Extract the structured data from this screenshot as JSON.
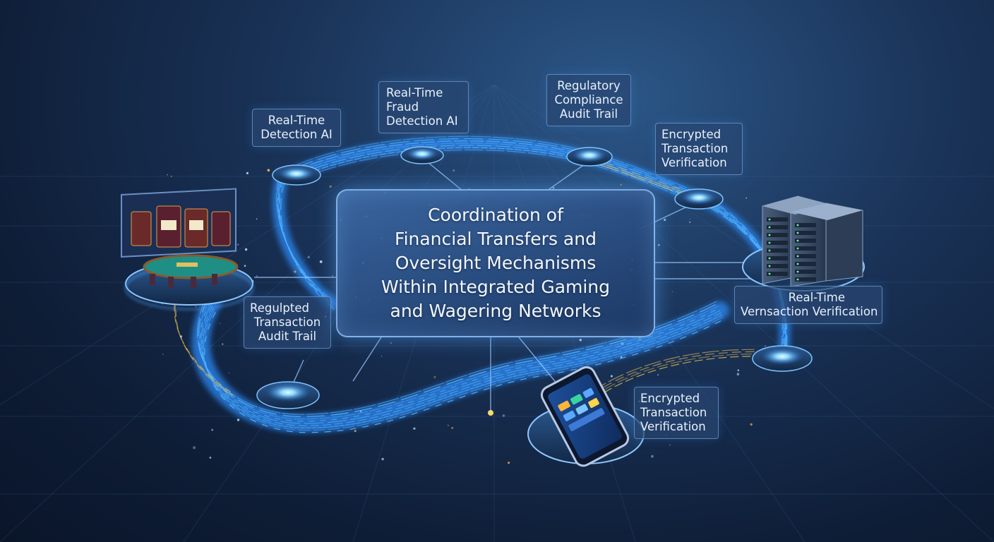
{
  "title": {
    "lines": [
      "Coordination of",
      "Financial Transfers and",
      "Oversight Mechanisms",
      "Within Integrated Gaming",
      "and Wagering Networks"
    ]
  },
  "callouts": [
    {
      "id": "c1",
      "lines": [
        "Real-Time",
        "Detection AI"
      ]
    },
    {
      "id": "c2",
      "lines": [
        "Real-Time",
        "Fraud",
        "Detection AI"
      ]
    },
    {
      "id": "c3",
      "lines": [
        "Regulatory",
        "Compliance",
        "Audit Trail"
      ]
    },
    {
      "id": "c4",
      "lines": [
        "Encrypted",
        "Transaction",
        "Verification"
      ]
    },
    {
      "id": "c5",
      "lines": [
        "Real-Time",
        "Vernsaction Verification"
      ]
    },
    {
      "id": "c6",
      "lines": [
        "Regulpted",
        "Transaction",
        "Audit Trail"
      ]
    },
    {
      "id": "c7",
      "lines": [
        "Encrypted",
        "Transaction",
        "Verification"
      ]
    }
  ],
  "colors": {
    "flow_blue": "#4fb3ff",
    "flow_gold": "#f0c050",
    "node_glow": "#8fd8ff",
    "panel_border": "#96c8ff"
  },
  "icons": [
    "casino-machines-icon",
    "server-rack-icon",
    "smartphone-icon"
  ]
}
